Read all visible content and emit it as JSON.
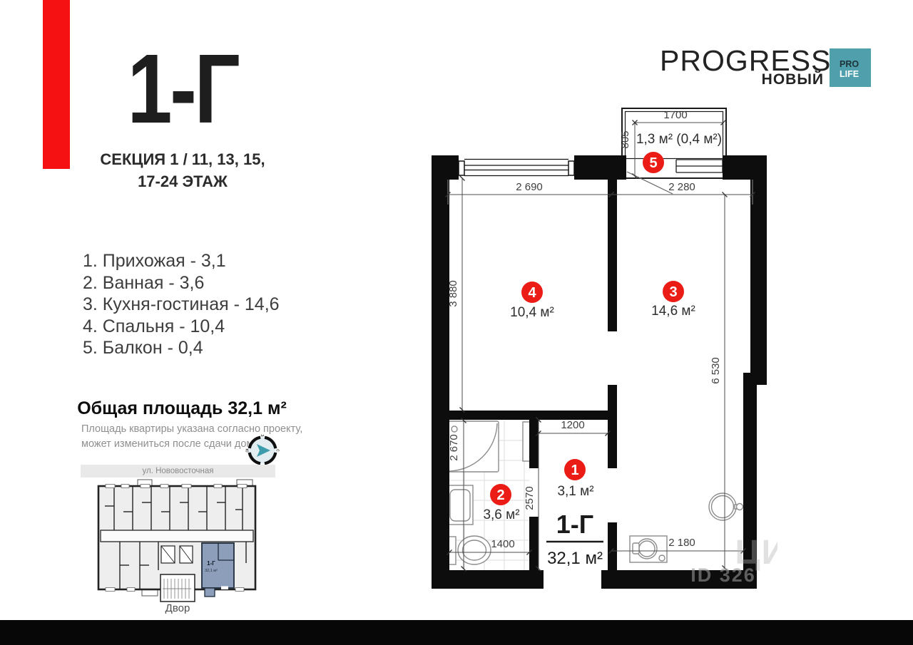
{
  "header": {
    "code": "1-Г",
    "section_line1": "СЕКЦИЯ 1 / 11, 13, 15,",
    "section_line2": "17-24 ЭТАЖ"
  },
  "legend": {
    "items": [
      "1. Прихожая - 3,1",
      "2. Ванная - 3,6",
      "3. Кухня-гостиная - 14,6",
      "4. Спальня - 10,4",
      "5. Балкон - 0,4"
    ]
  },
  "total_area": "Общая площадь 32,1 м²",
  "note": {
    "line1": "Площадь квартиры указана согласно проекту,",
    "line2": "может измениться после сдачи дома"
  },
  "logo": {
    "name": "PROGRESS",
    "subtitle": "НОВЫЙ",
    "badge_top": "PRO",
    "badge_bottom": "LIFE",
    "badge_color": "#4f9fac"
  },
  "compass": {
    "top": "з",
    "right": "с",
    "bottom": "в",
    "left": "ю"
  },
  "minimap": {
    "street": "ул. Нововосточная",
    "yard": "Двор",
    "unit_code": "1-Г",
    "unit_area": "32,1 м²",
    "highlight_color": "#8c9eb9"
  },
  "plan": {
    "unit_code": "1-Г",
    "unit_area": "32,1 м²",
    "accent_red": "#ea1c15",
    "rooms": [
      {
        "num": "1",
        "area": "3,1 м²"
      },
      {
        "num": "2",
        "area": "3,6 м²"
      },
      {
        "num": "3",
        "area": "14,6 м²"
      },
      {
        "num": "4",
        "area": "10,4 м²"
      },
      {
        "num": "5",
        "area": "1,3 м² (0,4 м²)"
      }
    ],
    "dims": {
      "room4_w": "2 690",
      "kitchen_w": "2 280",
      "room4_h": "3 880",
      "kitchen_h": "6 530",
      "hall_w": "1200",
      "hall_h": "2570",
      "bath_h": "2 670",
      "bath_w": "1400",
      "kitchen_w2": "2 180",
      "balcony_w": "1700",
      "balcony_d": "805"
    }
  },
  "watermark": {
    "brand": "ЦИаН",
    "id_label": "ID 326"
  }
}
